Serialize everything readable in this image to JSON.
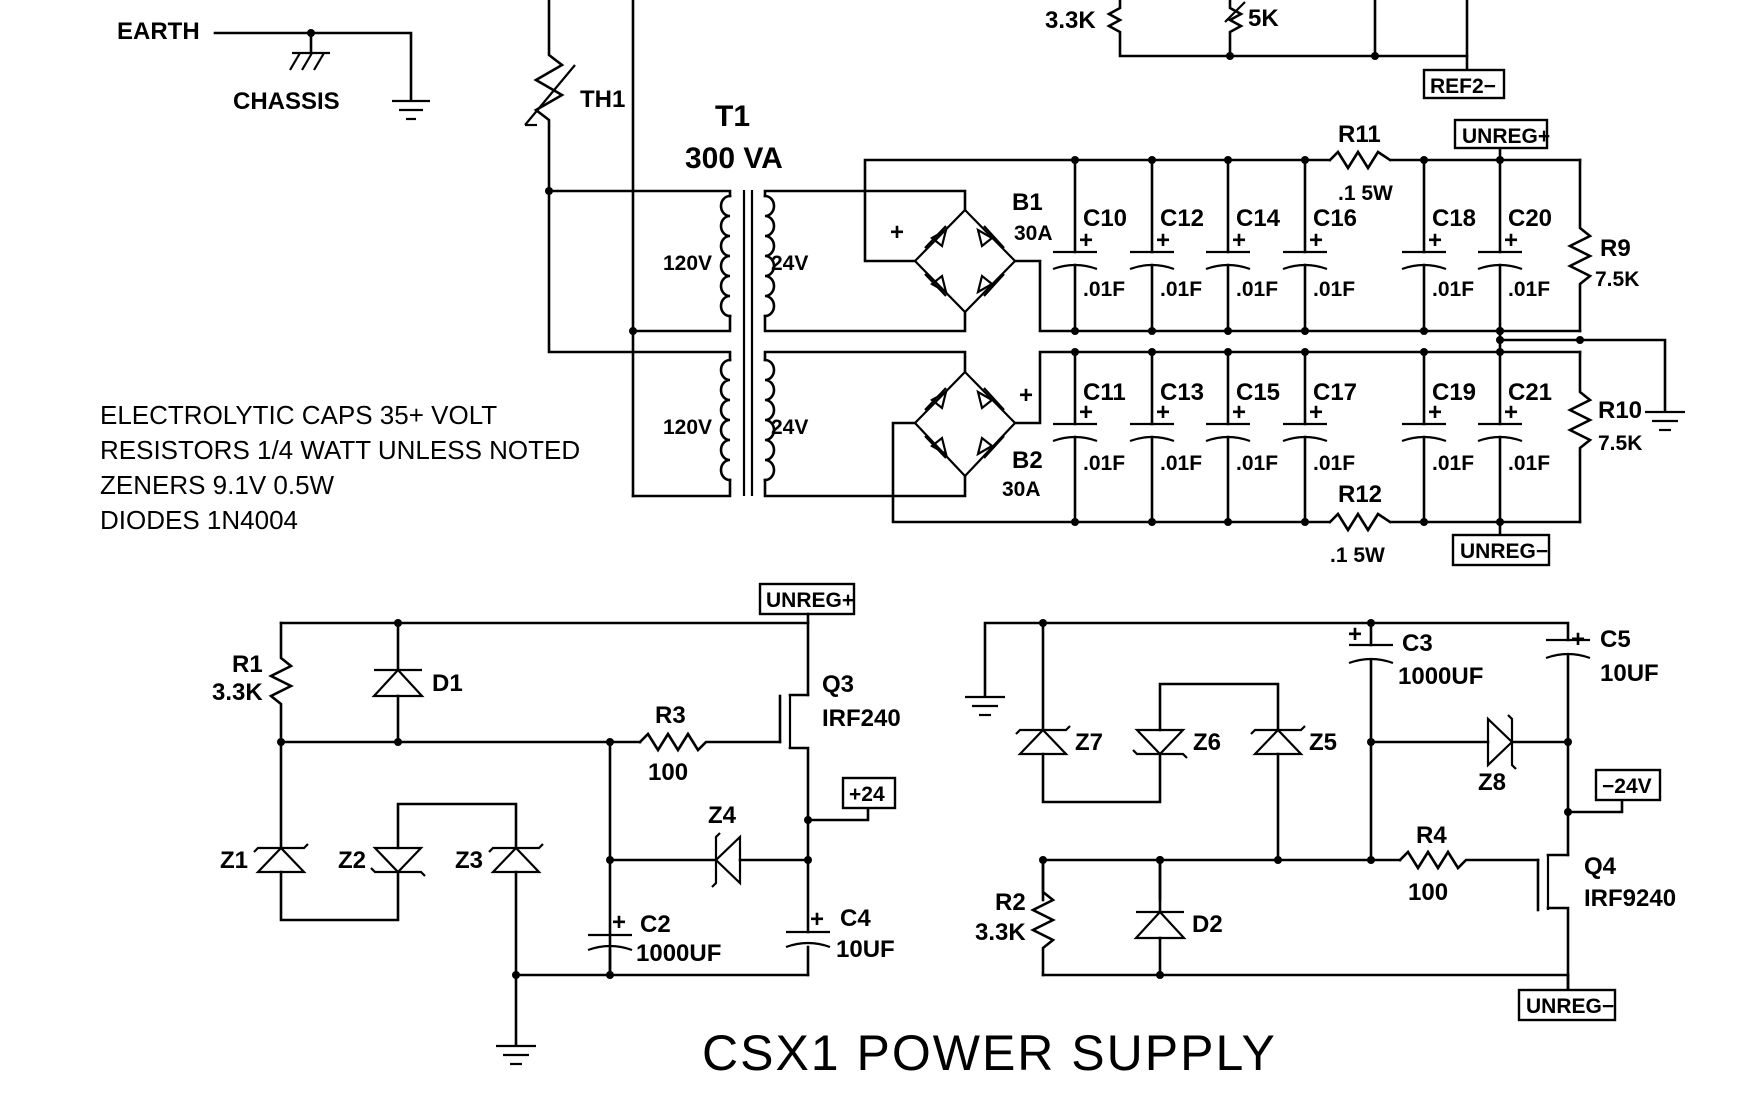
{
  "title": "CSX1 POWER SUPPLY",
  "notes": [
    "ELECTROLYTIC CAPS 35+ VOLT",
    "RESISTORS 1/4 WATT UNLESS NOTED",
    "ZENERS 9.1V 0.5W",
    "DIODES 1N4004"
  ],
  "labels": {
    "earth": "EARTH",
    "chassis": "CHASSIS",
    "th1": "TH1",
    "t1": "T1",
    "t1_rating": "300 VA",
    "pri_top": "120V",
    "sec_top": "24V",
    "pri_bot": "120V",
    "sec_bot": "24V",
    "r_top_left": "3.3K",
    "r_top_pot": "5K",
    "ref2": "REF2−",
    "unreg_plus_top": "UNREG+",
    "unreg_minus_top": "UNREG−",
    "b1": "B1",
    "b1_rating": "30A",
    "b2": "B2",
    "b2_rating": "30A",
    "plus": "+",
    "r11": "R11",
    "r11_val": ".1 5W",
    "r12": "R12",
    "r12_val": ".1 5W",
    "r9": "R9",
    "r9_val": "7.5K",
    "r10": "R10",
    "r10_val": "7.5K",
    "c10": "C10",
    "c12": "C12",
    "c14": "C14",
    "c16": "C16",
    "c18": "C18",
    "c20": "C20",
    "c11": "C11",
    "c13": "C13",
    "c15": "C15",
    "c17": "C17",
    "c19": "C19",
    "c21": "C21",
    "cap_val": ".01F",
    "unreg_plus_pos": "UNREG+",
    "r1": "R1",
    "r1_val": "3.3K",
    "d1": "D1",
    "r3": "R3",
    "r3_val": "100",
    "q3": "Q3",
    "q3_part": "IRF240",
    "plus24": "+24",
    "z1": "Z1",
    "z2": "Z2",
    "z3": "Z3",
    "z4": "Z4",
    "c2": "C2",
    "c2_val": "1000UF",
    "c4": "C4",
    "c4_val": "10UF",
    "c3": "C3",
    "c3_val": "1000UF",
    "c5": "C5",
    "c5_val": "10UF",
    "z5": "Z5",
    "z6": "Z6",
    "z7": "Z7",
    "z8": "Z8",
    "minus24": "−24V",
    "r4": "R4",
    "r4_val": "100",
    "q4": "Q4",
    "q4_part": "IRF9240",
    "r2": "R2",
    "r2_val": "3.3K",
    "d2": "D2",
    "unreg_minus_neg": "UNREG−"
  }
}
